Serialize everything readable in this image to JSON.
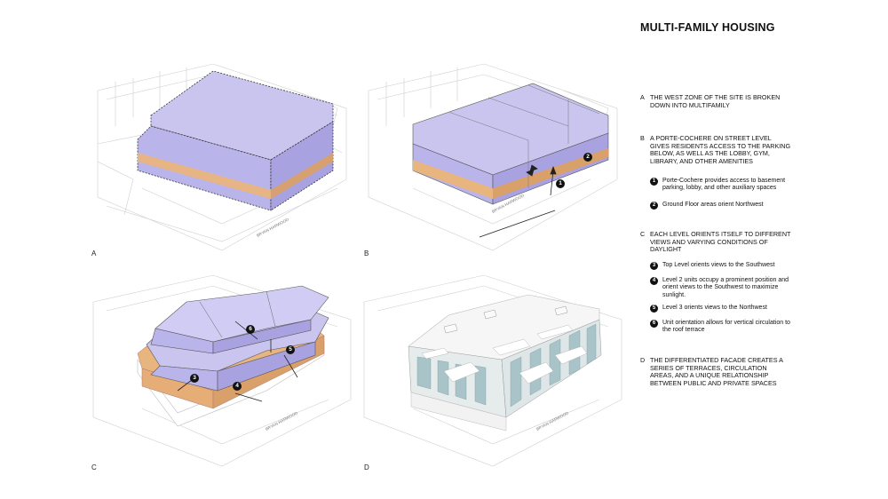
{
  "title": "MULTI-FAMILY HOUSING",
  "panels": [
    {
      "label": "A"
    },
    {
      "label": "B"
    },
    {
      "label": "C"
    },
    {
      "label": "D"
    }
  ],
  "streets": {
    "a": "BRYAN HARWOOD",
    "b": "BRYAN HARWOOD",
    "c": "BRYAN HARWOOD",
    "d": "BRYAN HARWOOD"
  },
  "legend": {
    "sections": [
      {
        "key": "A",
        "text": "THE WEST ZONE OF THE SITE IS BROKEN DOWN INTO MULTIFAMILY"
      },
      {
        "key": "B",
        "text": "A PORTE-COCHERE ON STREET LEVEL GIVES RESIDENTS ACCESS TO THE PARKING BELOW, AS WELL AS THE LOBBY, GYM, LIBRARY, AND OTHER AMENITIES"
      },
      {
        "key": "C",
        "text": "EACH LEVEL ORIENTS ITSELF TO DIFFERENT VIEWS AND VARYING CONDITIONS OF DAYLIGHT"
      },
      {
        "key": "D",
        "text": "THE DIFFERENTIATED FACADE CREATES A SERIES OF TERRACES, CIRCULATION AREAS, AND A UNIQUE RELATIONSHIP BETWEEN PUBLIC AND PRIVATE SPACES"
      }
    ],
    "items": [
      {
        "num": "1",
        "text": "Porte-Cochere provides access to basement parking, lobby, and other auxiliary spaces"
      },
      {
        "num": "2",
        "text": "Ground Floor areas orient Northwest"
      },
      {
        "num": "3",
        "text": "Top Level orients views to the Southwest"
      },
      {
        "num": "4",
        "text": "Level 2 units occupy a prominent position and orient views to the Southwest to maximize sunlight."
      },
      {
        "num": "5",
        "text": "Level 3 orients views to the Northwest"
      },
      {
        "num": "6",
        "text": "Unit orientation allows for vertical circulation to the roof terrace"
      }
    ]
  },
  "markers": {
    "b": [
      "1",
      "2"
    ],
    "c": [
      "3",
      "4",
      "5",
      "6"
    ]
  },
  "colors": {
    "volume_top": "#c9c5ef",
    "volume_side": "#a8a2e0",
    "volume_front": "#b9b4ea",
    "ground_band": "#e9b57f",
    "plan_line": "#c8c8c8",
    "white_model": "#f6f6f6",
    "glass": "#a9c4c9"
  }
}
